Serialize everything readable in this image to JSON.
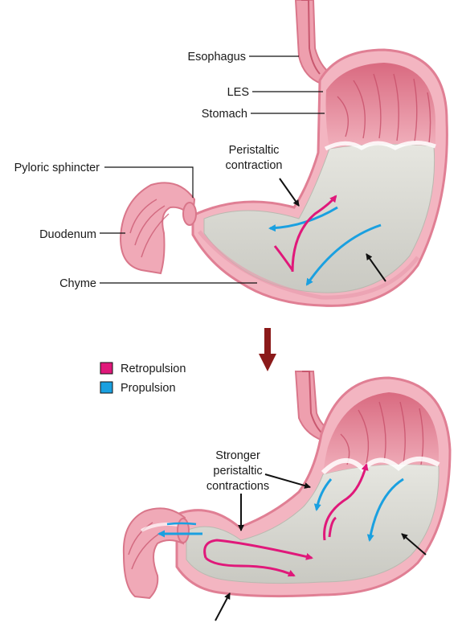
{
  "labels": {
    "esophagus": "Esophagus",
    "les": "LES",
    "stomach": "Stomach",
    "pyloric_sphincter": "Pyloric sphincter",
    "peristaltic_line1": "Peristaltic",
    "peristaltic_line2": "contraction",
    "duodenum": "Duodenum",
    "chyme": "Chyme",
    "stronger_line1": "Stronger",
    "stronger_line2": "peristaltic",
    "stronger_line3": "contractions"
  },
  "legend": {
    "items": [
      {
        "label": "Retropulsion",
        "color": "#e0187a"
      },
      {
        "label": "Propulsion",
        "color": "#1aa0e0"
      }
    ]
  },
  "colors": {
    "retropulsion": "#e0187a",
    "propulsion": "#1aa0e0",
    "tissue": "#e98b9c",
    "mucosa": "#f2b3bf",
    "chyme": "#dcdcd6",
    "step_arrow": "#8b1a1a"
  }
}
